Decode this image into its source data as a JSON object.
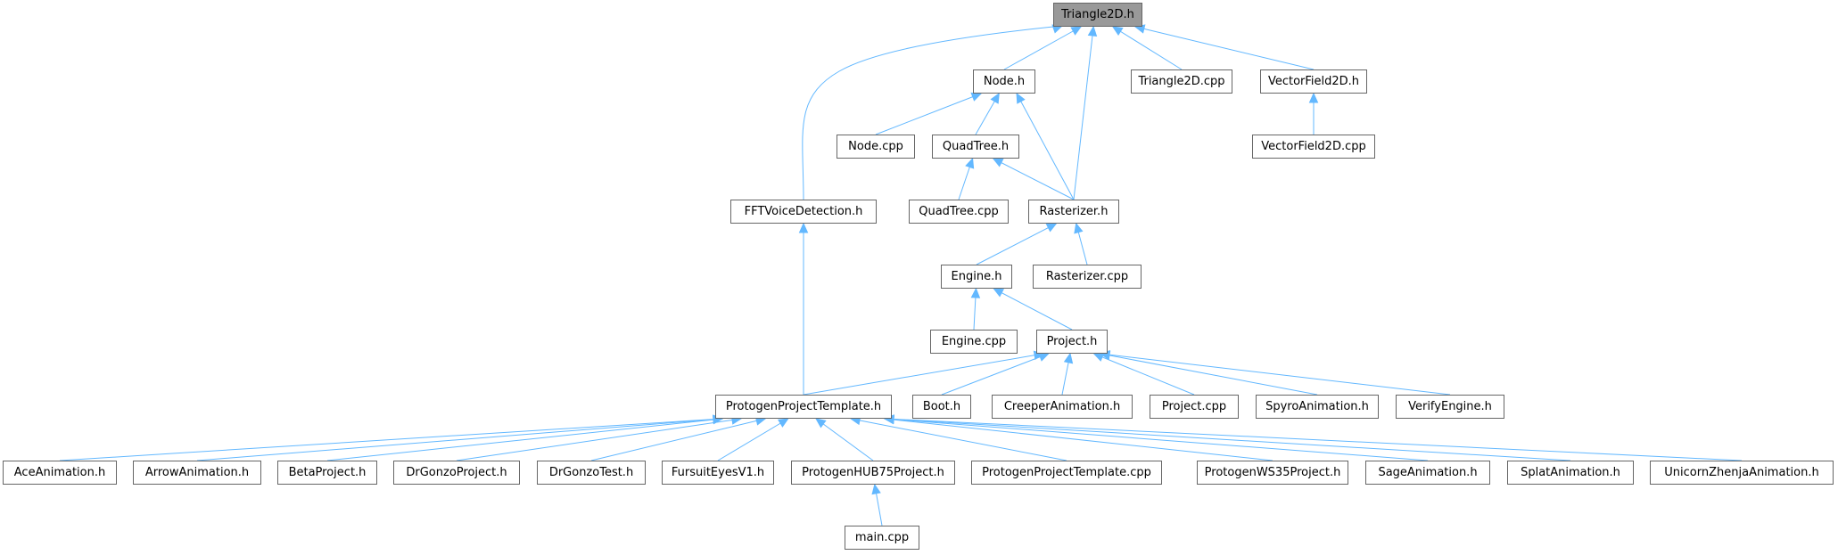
{
  "colors": {
    "edge": "#63b8ff",
    "node_border": "#666666",
    "root_fill": "#999999"
  },
  "nodes": {
    "triangle2d_h": "Triangle2D.h",
    "node_h": "Node.h",
    "triangle2d_cpp": "Triangle2D.cpp",
    "vectorfield2d_h": "VectorField2D.h",
    "node_cpp": "Node.cpp",
    "quadtree_h": "QuadTree.h",
    "vectorfield2d_cpp": "VectorField2D.cpp",
    "fftvoicedetection_h": "FFTVoiceDetection.h",
    "quadtree_cpp": "QuadTree.cpp",
    "rasterizer_h": "Rasterizer.h",
    "engine_h": "Engine.h",
    "rasterizer_cpp": "Rasterizer.cpp",
    "engine_cpp": "Engine.cpp",
    "project_h": "Project.h",
    "protogenprojecttemplate_h": "ProtogenProjectTemplate.h",
    "boot_h": "Boot.h",
    "creeperanimation_h": "CreeperAnimation.h",
    "project_cpp": "Project.cpp",
    "spyroanimation_h": "SpyroAnimation.h",
    "verifyengine_h": "VerifyEngine.h",
    "aceanimation_h": "AceAnimation.h",
    "arrowanimation_h": "ArrowAnimation.h",
    "betaproject_h": "BetaProject.h",
    "drgonzoproject_h": "DrGonzoProject.h",
    "drgonzotest_h": "DrGonzoTest.h",
    "fursuiteyesv1_h": "FursuitEyesV1.h",
    "protogenhub75project_h": "ProtogenHUB75Project.h",
    "protogenprojecttemplate_cpp": "ProtogenProjectTemplate.cpp",
    "protogenws35project_h": "ProtogenWS35Project.h",
    "sageanimation_h": "SageAnimation.h",
    "splatanimation_h": "SplatAnimation.h",
    "unicornzhenjaanimation_h": "UnicornZhenjaAnimation.h",
    "main_cpp": "main.cpp"
  },
  "edges": [
    [
      "node_h",
      "triangle2d_h"
    ],
    [
      "triangle2d_cpp",
      "triangle2d_h"
    ],
    [
      "vectorfield2d_h",
      "triangle2d_h"
    ],
    [
      "fftvoicedetection_h",
      "triangle2d_h"
    ],
    [
      "rasterizer_h",
      "triangle2d_h"
    ],
    [
      "node_cpp",
      "node_h"
    ],
    [
      "quadtree_h",
      "node_h"
    ],
    [
      "rasterizer_h",
      "node_h"
    ],
    [
      "vectorfield2d_cpp",
      "vectorfield2d_h"
    ],
    [
      "quadtree_cpp",
      "quadtree_h"
    ],
    [
      "rasterizer_h",
      "quadtree_h"
    ],
    [
      "engine_h",
      "rasterizer_h"
    ],
    [
      "rasterizer_cpp",
      "rasterizer_h"
    ],
    [
      "engine_cpp",
      "engine_h"
    ],
    [
      "project_h",
      "engine_h"
    ],
    [
      "protogenprojecttemplate_h",
      "fftvoicedetection_h"
    ],
    [
      "protogenprojecttemplate_h",
      "project_h"
    ],
    [
      "boot_h",
      "project_h"
    ],
    [
      "creeperanimation_h",
      "project_h"
    ],
    [
      "project_cpp",
      "project_h"
    ],
    [
      "spyroanimation_h",
      "project_h"
    ],
    [
      "verifyengine_h",
      "project_h"
    ],
    [
      "aceanimation_h",
      "protogenprojecttemplate_h"
    ],
    [
      "arrowanimation_h",
      "protogenprojecttemplate_h"
    ],
    [
      "betaproject_h",
      "protogenprojecttemplate_h"
    ],
    [
      "drgonzoproject_h",
      "protogenprojecttemplate_h"
    ],
    [
      "drgonzotest_h",
      "protogenprojecttemplate_h"
    ],
    [
      "fursuiteyesv1_h",
      "protogenprojecttemplate_h"
    ],
    [
      "protogenhub75project_h",
      "protogenprojecttemplate_h"
    ],
    [
      "protogenprojecttemplate_cpp",
      "protogenprojecttemplate_h"
    ],
    [
      "protogenws35project_h",
      "protogenprojecttemplate_h"
    ],
    [
      "sageanimation_h",
      "protogenprojecttemplate_h"
    ],
    [
      "splatanimation_h",
      "protogenprojecttemplate_h"
    ],
    [
      "unicornzhenjaanimation_h",
      "protogenprojecttemplate_h"
    ],
    [
      "main_cpp",
      "protogenhub75project_h"
    ]
  ]
}
